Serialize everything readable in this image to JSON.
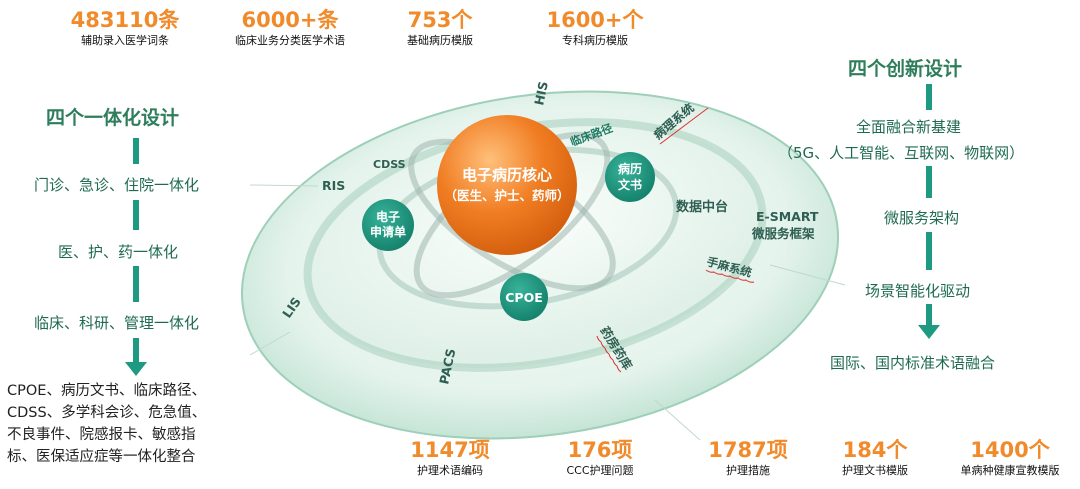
{
  "top_stats": [
    {
      "value": "483110条",
      "label": "辅助录入医学词条"
    },
    {
      "value": "6000+条",
      "label": "临床业务分类医学术语"
    },
    {
      "value": "753个",
      "label": "基础病历模版"
    },
    {
      "value": "1600+个",
      "label": "专科病历模版"
    }
  ],
  "bottom_stats": [
    {
      "value": "1147项",
      "label": "护理术语编码"
    },
    {
      "value": "176项",
      "label": "CCC护理问题"
    },
    {
      "value": "1787项",
      "label": "护理措施"
    },
    {
      "value": "184个",
      "label": "护理文书模版"
    },
    {
      "value": "1400个",
      "label": "单病种健康宣教模版"
    }
  ],
  "left": {
    "title": "四个一体化设计",
    "items": [
      "门诊、急诊、住院一体化",
      "医、护、药一体化",
      "临床、科研、管理一体化"
    ],
    "summary": [
      "CPOE、病历文书、临床路径、",
      "CDSS、多学科会诊、危急值、",
      "不良事件、院感报卡、敏感指",
      "标、医保适应症等一体化整合"
    ]
  },
  "right": {
    "title": "四个创新设计",
    "items": [
      "全面融合新基建",
      "（5G、人工智能、互联网、物联网）",
      "微服务架构",
      "场景智能化驱动",
      "国际、国内标准术语融合"
    ]
  },
  "center": {
    "core_line1": "电子病历核心",
    "core_line2": "（医生、护士、药师）",
    "bubbles": {
      "order_line1": "电子",
      "order_line2": "申请单",
      "record_line1": "病历",
      "record_line2": "文书",
      "cpoe": "CPOE"
    },
    "labels": {
      "his": "HIS",
      "cdss": "CDSS",
      "ris": "RIS",
      "lis": "LIS",
      "pacs": "PACS",
      "pathway": "临床路径",
      "pathology": "病理系统",
      "data_center": "数据中台",
      "esmart_line1": "E-SMART",
      "esmart_line2": "微服务框架",
      "anesthesia": "手麻系统",
      "pharmacy": "药房药库"
    }
  },
  "colors": {
    "orange": "#F08A2A",
    "green": "#2E7D5B",
    "teal": "#1E9A82",
    "ring": "#8FC8B2"
  }
}
